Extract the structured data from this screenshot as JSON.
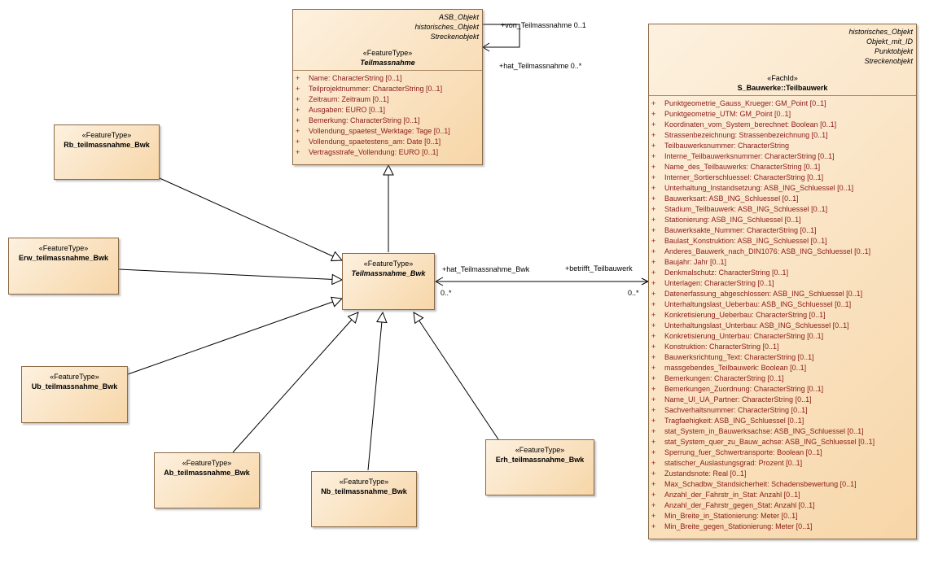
{
  "teilmassnahme": {
    "tags": [
      "ASB_Objekt",
      "historisches_Objekt",
      "Streckenobjekt"
    ],
    "stereotype": "«FeatureType»",
    "name": "Teilmassnahme",
    "attributes": [
      "Name: CharacterString [0..1]",
      "Teilprojektnummer: CharacterString [0..1]",
      "Zeitraum: Zeitraum [0..1]",
      "Ausgaben: EURO [0..1]",
      "Bemerkung: CharacterString [0..1]",
      "Vollendung_spaetest_Werktage: Tage [0..1]",
      "Vollendung_spaetestens_am: Date [0..1]",
      "Vertragsstrafe_Vollendung: EURO [0..1]"
    ]
  },
  "self_assoc": {
    "role_a": "+von_Teilmassnahme 0..1",
    "role_b": "+hat_Teilmassnahme 0..*"
  },
  "teilbauwerk": {
    "tags": [
      "historisches_Objekt",
      "Objekt_mit_ID",
      "Punktobjekt",
      "Streckenobjekt"
    ],
    "stereotype": "«FachId»",
    "name": "S_Bauwerke::Teilbauwerk",
    "attributes": [
      "Punktgeometrie_Gauss_Krueger: GM_Point [0..1]",
      "Punktgeometrie_UTM: GM_Point [0..1]",
      "Koordinaten_vom_System_berechnet: Boolean [0..1]",
      "Strassenbezeichnung: Strassenbezeichnung [0..1]",
      "Teilbauwerksnummer: CharacterString",
      "Interne_Teilbauwerksnummer: CharacterString [0..1]",
      "Name_des_Teilbauwerks: CharacterString [0..1]",
      "Interner_Sortierschluessel: CharacterString [0..1]",
      "Unterhaltung_Instandsetzung: ASB_ING_Schluessel [0..1]",
      "Bauwerksart: ASB_ING_Schluessel [0..1]",
      "Stadium_Teilbauwerk: ASB_ING_Schluessel [0..1]",
      "Stationierung: ASB_ING_Schluessel [0..1]",
      "Bauwerksakte_Nummer: CharacterString [0..1]",
      "Baulast_Konstruktion: ASB_ING_Schluessel [0..1]",
      "Anderes_Bauwerk_nach_DIN1076: ASB_ING_Schluessel [0..1]",
      "Baujahr: Jahr [0..1]",
      "Denkmalschutz: CharacterString [0..1]",
      "Unterlagen: CharacterString [0..1]",
      "Datenerfassung_abgeschlossen: ASB_ING_Schluessel [0..1]",
      "Unterhaltungslast_Ueberbau: ASB_ING_Schluessel [0..1]",
      "Konkretisierung_Ueberbau: CharacterString [0..1]",
      "Unterhaltungslast_Unterbau: ASB_ING_Schluessel [0..1]",
      "Konkretisierung_Unterbau: CharacterString [0..1]",
      "Konstruktion: CharacterString [0..1]",
      "Bauwerksrichtung_Text: CharacterString [0..1]",
      "massgebendes_Teilbauwerk: Boolean [0..1]",
      "Bemerkungen: CharacterString [0..1]",
      "Bemerkungen_Zuordnung: CharacterString [0..1]",
      "Name_UI_UA_Partner: CharacterString [0..1]",
      "Sachverhaltsnummer: CharacterString [0..1]",
      "Tragfaehigkeit: ASB_ING_Schluessel [0..1]",
      "stat_System_in_Bauwerksachse: ASB_ING_Schluessel [0..1]",
      "stat_System_quer_zu_Bauw_achse: ASB_ING_Schluessel [0..1]",
      "Sperrung_fuer_Schwertransporte: Boolean [0..1]",
      "statischer_Auslastungsgrad: Prozent [0..1]",
      "Zustandsnote: Real [0..1]",
      "Max_Schadbw_Standsicherheit: Schadensbewertung [0..1]",
      "Anzahl_der_Fahrstr_in_Stat: Anzahl [0..1]",
      "Anzahl_der_Fahrstr_gegen_Stat: Anzahl [0..1]",
      "Min_Breite_in_Stationierung: Meter [0..1]",
      "Min_Breite_gegen_Stationierung: Meter [0..1]"
    ]
  },
  "teilmassnahme_bwk": {
    "stereotype": "«FeatureType»",
    "name": "Teilmassnahme_Bwk"
  },
  "subclasses": {
    "rb": {
      "stereotype": "«FeatureType»",
      "name": "Rb_teilmassnahme_Bwk"
    },
    "erw": {
      "stereotype": "«FeatureType»",
      "name": "Erw_teilmassnahme_Bwk"
    },
    "ub": {
      "stereotype": "«FeatureType»",
      "name": "Ub_teilmassnahme_Bwk"
    },
    "ab": {
      "stereotype": "«FeatureType»",
      "name": "Ab_teilmassnahme_Bwk"
    },
    "nb": {
      "stereotype": "«FeatureType»",
      "name": "Nb_teilmassnahme_Bwk"
    },
    "erh": {
      "stereotype": "«FeatureType»",
      "name": "Erh_teilmassnahme_Bwk"
    }
  },
  "assoc": {
    "role_left": "+hat_Teilmassnahme_Bwk",
    "mult_left": "0..*",
    "role_right": "+betrifft_Teilbauwerk",
    "mult_right": "0..*"
  },
  "attr_marker": "+"
}
